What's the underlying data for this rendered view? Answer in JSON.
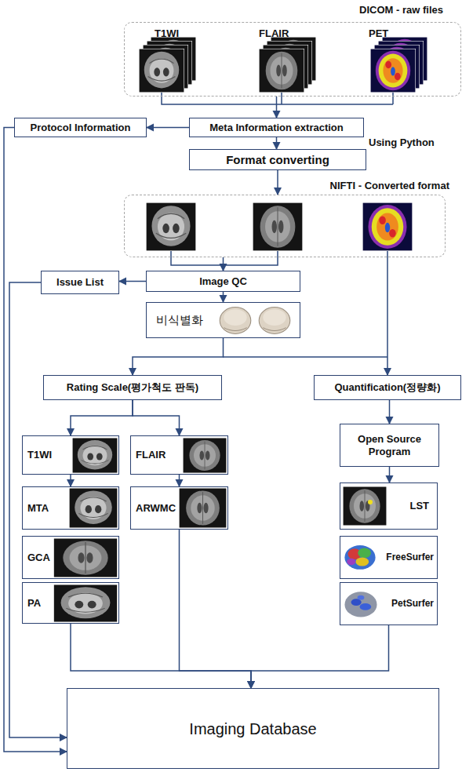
{
  "diagram": {
    "nodes": [
      {
        "text": [
          "DICOM - raw files"
        ]
      },
      {
        "text": [
          "Protocol Information"
        ]
      },
      {
        "text": [
          "Meta Information extraction"
        ]
      },
      {
        "text": [
          "Format converting"
        ]
      },
      {
        "text": [
          "NIFTI - Converted format"
        ]
      },
      {
        "text": [
          "Issue List"
        ]
      },
      {
        "text": [
          "Image QC"
        ]
      },
      {
        "text": [
          "비식별화"
        ]
      },
      {
        "text": [
          "Rating Scale(평가척도 판독)"
        ]
      },
      {
        "text": [
          "Quantification(정량화)"
        ]
      },
      {
        "text": [
          "T1WI"
        ]
      },
      {
        "text": [
          "FLAIR"
        ]
      },
      {
        "text": [
          "MTA"
        ]
      },
      {
        "text": [
          "GCA"
        ]
      },
      {
        "text": [
          "PA"
        ]
      },
      {
        "text": [
          "ARWMC"
        ]
      },
      {
        "text": [
          "Open Source Program"
        ]
      },
      {
        "text": [
          "LST"
        ]
      },
      {
        "text": [
          "FreeSurfer"
        ]
      },
      {
        "text": [
          "PetSurfer"
        ]
      },
      {
        "text": [
          "Imaging Database"
        ]
      }
    ],
    "edges": [
      {
        "from": 0,
        "to": 2,
        "arrow": "to"
      },
      {
        "from": 2,
        "to": 1,
        "arrow": "to"
      },
      {
        "from": 2,
        "to": 3,
        "arrow": "to"
      },
      {
        "from": 3,
        "to": 4,
        "arrow": "to"
      },
      {
        "from": 4,
        "to": 6,
        "arrow": "to"
      },
      {
        "from": 6,
        "to": 5,
        "arrow": "to"
      },
      {
        "from": 6,
        "to": 7,
        "arrow": "to"
      },
      {
        "from": 7,
        "to": 8,
        "arrow": "to"
      },
      {
        "from": 4,
        "to": 9,
        "arrow": "to"
      },
      {
        "from": 8,
        "to": 10,
        "arrow": "to"
      },
      {
        "from": 8,
        "to": 11,
        "arrow": "to"
      },
      {
        "from": 10,
        "to": 12,
        "arrow": "to"
      },
      {
        "from": 11,
        "to": 15,
        "arrow": "to"
      },
      {
        "from": 9,
        "to": 16,
        "arrow": "to"
      },
      {
        "from": 16,
        "to": 17,
        "arrow": "to"
      },
      {
        "from": 14,
        "to": 20,
        "arrow": "to"
      },
      {
        "from": 15,
        "to": 20,
        "arrow": "to"
      },
      {
        "from": 19,
        "to": 20,
        "arrow": "to"
      },
      {
        "from": 1,
        "to": 20,
        "arrow": "to"
      },
      {
        "from": 5,
        "to": 20,
        "arrow": "to"
      }
    ],
    "labels": [
      "T1WI",
      "FLAIR",
      "PET",
      "Using Python"
    ]
  }
}
